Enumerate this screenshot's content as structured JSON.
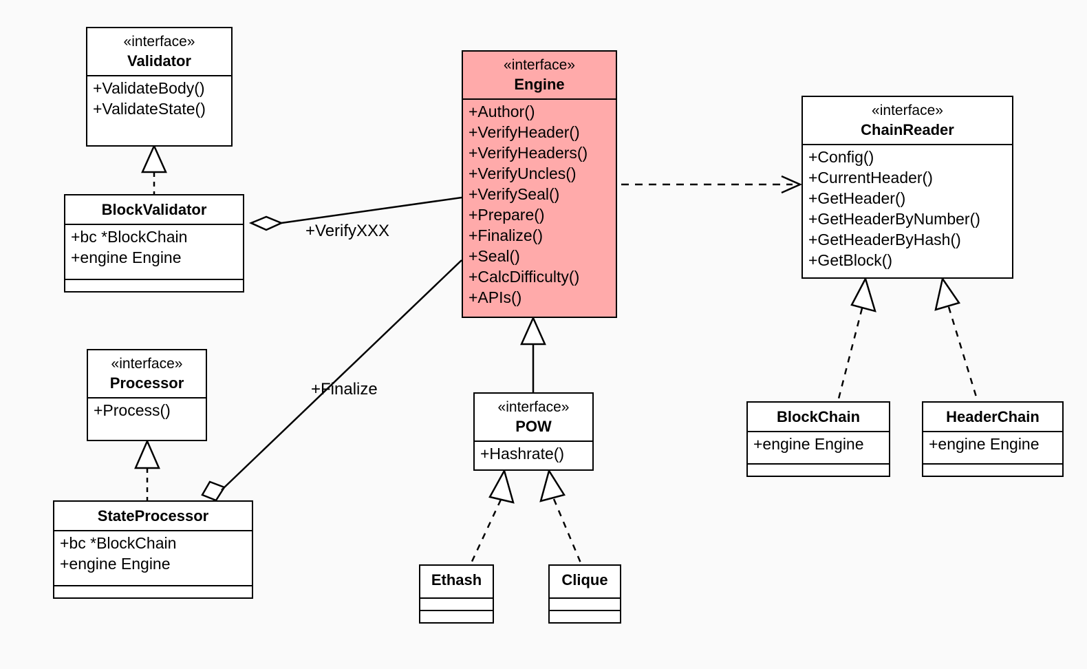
{
  "diagram": {
    "title": "Ethereum consensus Engine UML class diagram",
    "background_color": "#fafafa",
    "highlight_color": "#ffaaaa",
    "line_color": "#000000",
    "stereotype_interface": "« interface »"
  },
  "classes": [
    {
      "id": "validator",
      "stereotype": "«interface»",
      "name": "Validator",
      "members": [
        "+ValidateBody()",
        "+ValidateState()"
      ],
      "empty_compartments": 0,
      "highlighted": false
    },
    {
      "id": "block-validator",
      "stereotype": "",
      "name": "BlockValidator",
      "members": [
        "+bc *BlockChain",
        "+engine Engine"
      ],
      "empty_compartments": 1,
      "highlighted": false
    },
    {
      "id": "engine",
      "stereotype": "«interface»",
      "name": "Engine",
      "members": [
        "+Author()",
        "+VerifyHeader()",
        "+VerifyHeaders()",
        "+VerifyUncles()",
        "+VerifySeal()",
        "+Prepare()",
        "+Finalize()",
        "+Seal()",
        "+CalcDifficulty()",
        "+APIs()"
      ],
      "empty_compartments": 0,
      "highlighted": true
    },
    {
      "id": "chain-reader",
      "stereotype": "«interface»",
      "name": "ChainReader",
      "members": [
        "+Config()",
        "+CurrentHeader()",
        "+GetHeader()",
        "+GetHeaderByNumber()",
        "+GetHeaderByHash()",
        "+GetBlock()"
      ],
      "empty_compartments": 0,
      "highlighted": false
    },
    {
      "id": "processor",
      "stereotype": "«interface»",
      "name": "Processor",
      "members": [
        "+Process()"
      ],
      "empty_compartments": 0,
      "highlighted": false
    },
    {
      "id": "state-processor",
      "stereotype": "",
      "name": "StateProcessor",
      "members": [
        "+bc *BlockChain",
        "+engine Engine"
      ],
      "empty_compartments": 1,
      "highlighted": false
    },
    {
      "id": "pow",
      "stereotype": "«interface»",
      "name": "POW",
      "members": [
        "+Hashrate()"
      ],
      "empty_compartments": 0,
      "highlighted": false
    },
    {
      "id": "ethash",
      "stereotype": "",
      "name": "Ethash",
      "members": [],
      "empty_compartments": 2,
      "highlighted": false
    },
    {
      "id": "clique",
      "stereotype": "",
      "name": "Clique",
      "members": [],
      "empty_compartments": 2,
      "highlighted": false
    },
    {
      "id": "blockchain",
      "stereotype": "",
      "name": "BlockChain",
      "members": [
        "+engine Engine"
      ],
      "empty_compartments": 1,
      "highlighted": false
    },
    {
      "id": "headerchain",
      "stereotype": "",
      "name": "HeaderChain",
      "members": [
        "+engine Engine"
      ],
      "empty_compartments": 1,
      "highlighted": false
    }
  ],
  "relations": [
    {
      "id": "validator-blockvalidator",
      "from": "BlockValidator",
      "to": "Validator",
      "type": "realization",
      "style": "dashed",
      "arrow": "hollow-triangle",
      "label": ""
    },
    {
      "id": "blockvalidator-engine",
      "from": "BlockValidator",
      "to": "Engine",
      "type": "aggregation",
      "style": "solid",
      "arrow": "hollow-diamond",
      "label": "+VerifyXXX"
    },
    {
      "id": "processor-stateprocessor",
      "from": "StateProcessor",
      "to": "Processor",
      "type": "realization",
      "style": "dashed",
      "arrow": "hollow-triangle",
      "label": ""
    },
    {
      "id": "stateprocessor-engine",
      "from": "StateProcessor",
      "to": "Engine",
      "type": "aggregation",
      "style": "solid",
      "arrow": "hollow-diamond",
      "label": "+Finalize"
    },
    {
      "id": "engine-chainreader",
      "from": "Engine",
      "to": "ChainReader",
      "type": "dependency",
      "style": "dashed",
      "arrow": "open-arrow",
      "label": ""
    },
    {
      "id": "pow-engine",
      "from": "POW",
      "to": "Engine",
      "type": "generalization",
      "style": "solid",
      "arrow": "hollow-triangle",
      "label": ""
    },
    {
      "id": "ethash-pow",
      "from": "Ethash",
      "to": "POW",
      "type": "realization",
      "style": "dashed",
      "arrow": "hollow-triangle",
      "label": ""
    },
    {
      "id": "clique-pow",
      "from": "Clique",
      "to": "POW",
      "type": "realization",
      "style": "dashed",
      "arrow": "hollow-triangle",
      "label": ""
    },
    {
      "id": "blockchain-chainreader",
      "from": "BlockChain",
      "to": "ChainReader",
      "type": "realization",
      "style": "dashed",
      "arrow": "hollow-triangle",
      "label": ""
    },
    {
      "id": "headerchain-chainreader",
      "from": "HeaderChain",
      "to": "ChainReader",
      "type": "realization",
      "style": "dashed",
      "arrow": "hollow-triangle",
      "label": ""
    }
  ],
  "edge_labels": {
    "verify_xxx": "+VerifyXXX",
    "finalize": "+Finalize"
  }
}
